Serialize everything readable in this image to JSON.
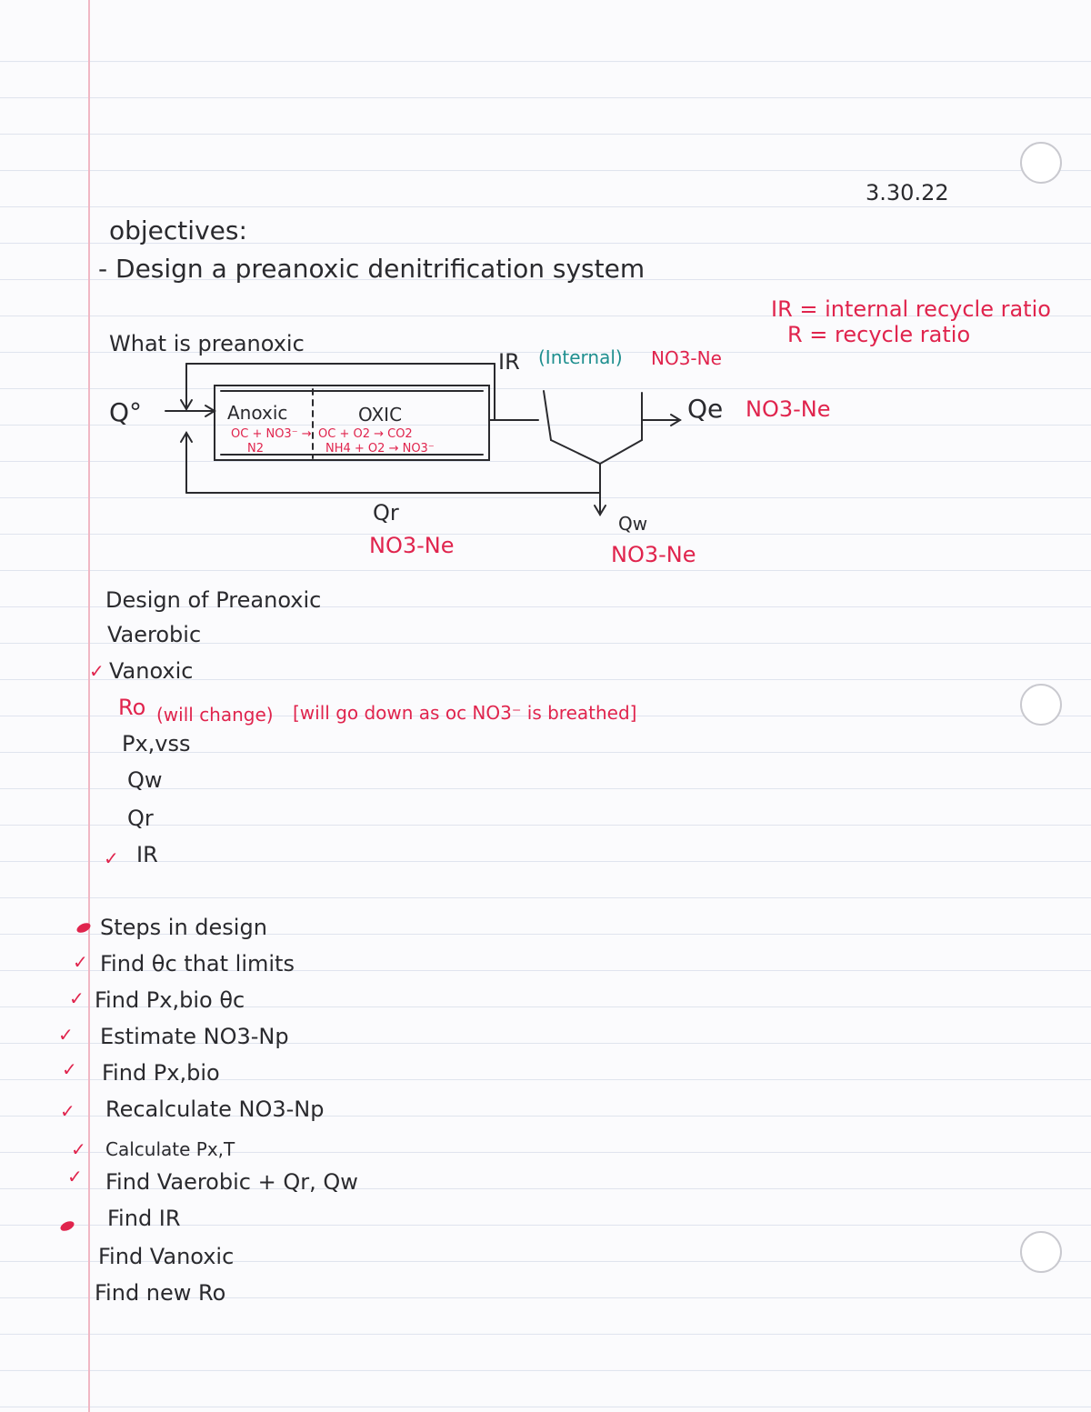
{
  "header": {
    "date": "3.30.22"
  },
  "objectives": {
    "heading": "objectives:",
    "item": "- Design a preanoxic denitrification system"
  },
  "definitions": {
    "ir": "IR = internal recycle ratio",
    "r": "R = recycle ratio"
  },
  "diagram": {
    "question": "What is preanoxic",
    "q0": "Q°",
    "anoxic": "Anoxic",
    "oxic": "OXIC",
    "anoxic_rxn1": "OC + NO3⁻ →",
    "anoxic_rxn2": "N2",
    "oxic_rxn1": "OC + O2 → CO2",
    "oxic_rxn2": "NH4 + O2 → NO3⁻",
    "ir": "IR",
    "internal": "(Internal)",
    "ir_no3": "NO3-Ne",
    "qe": "Qe",
    "qe_no3": "NO3-Ne",
    "qr": "Qr",
    "qr_no3": "NO3-Ne",
    "qw": "Qw",
    "qw_no3": "NO3-Ne"
  },
  "design": {
    "heading": "Design of Preanoxic",
    "items": [
      {
        "text": "Vaerobic"
      },
      {
        "mark": "✓",
        "text": "Vanoxic"
      },
      {
        "text": "Ro"
      },
      {
        "text": "Px,vss"
      },
      {
        "text": "Qw"
      },
      {
        "text": "Qr"
      },
      {
        "mark": "✓",
        "text": "IR"
      }
    ],
    "ro_note": "(will change)",
    "ro_bracket": "[will go down as oc NO3⁻ is breathed]"
  },
  "steps": {
    "heading": "Steps in design",
    "items": [
      {
        "mark": "✓",
        "text": "Find θc that limits"
      },
      {
        "mark": "✓",
        "text": "Find Px,bio θc"
      },
      {
        "mark": "✓",
        "text": "Estimate NO3-Np"
      },
      {
        "mark": "✓",
        "text": "Find Px,bio"
      },
      {
        "mark": "✓",
        "text": "Recalculate NO3-Np"
      },
      {
        "mark": "✓",
        "text": "Calculate Px,T"
      },
      {
        "mark": "✓",
        "text": "Find Vaerobic + Qr, Qw"
      },
      {
        "text": "Find IR"
      },
      {
        "text": "Find Vanoxic"
      },
      {
        "text": "Find new Ro"
      }
    ]
  }
}
